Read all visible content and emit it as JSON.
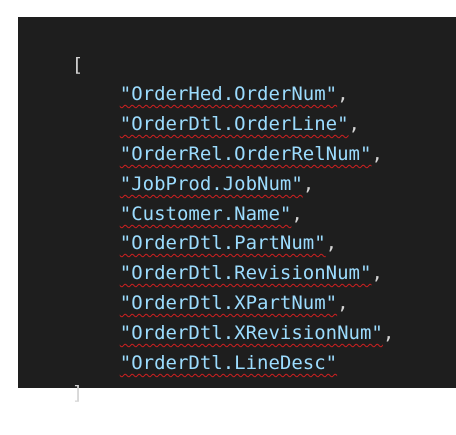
{
  "editor": {
    "open_bracket": "[",
    "close_bracket": "]",
    "items": [
      "\"OrderHed.OrderNum\"",
      "\"OrderDtl.OrderLine\"",
      "\"OrderRel.OrderRelNum\"",
      "\"JobProd.JobNum\"",
      "\"Customer.Name\"",
      "\"OrderDtl.PartNum\"",
      "\"OrderDtl.RevisionNum\"",
      "\"OrderDtl.XPartNum\"",
      "\"OrderDtl.XRevisionNum\"",
      "\"OrderDtl.LineDesc\""
    ],
    "separator": ",",
    "colors": {
      "background": "#1e1e1e",
      "string": "#9cdcfe",
      "punctuation": "#d4d4d4",
      "squiggle": "#d02020"
    }
  }
}
